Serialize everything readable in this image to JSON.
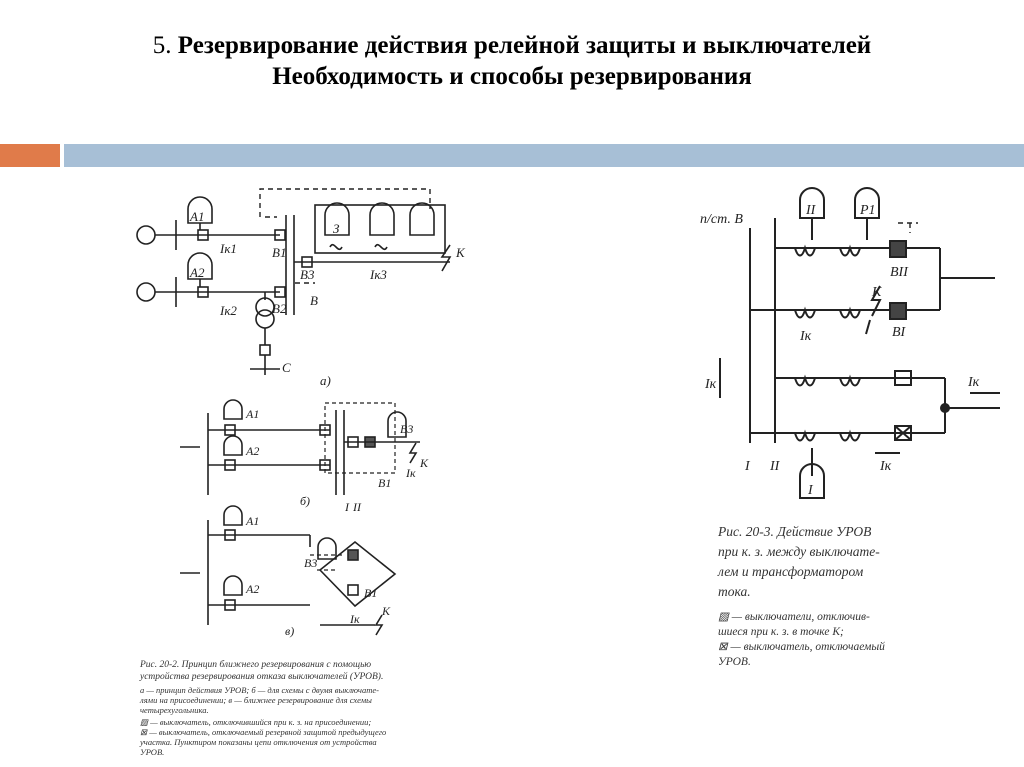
{
  "slide": {
    "title_number": "5.",
    "title_line1": "Резервирование действия релейной защиты и выключателей",
    "title_line2": "Необходимость и способы резервирования"
  },
  "fig_left": {
    "part_a": "а)",
    "part_b": "б)",
    "part_v": "в)",
    "labels": {
      "A1": "А1",
      "A2": "А2",
      "Ik1": "Iк1",
      "Ik2": "Iк2",
      "Ik3": "Iк3",
      "B1": "В1",
      "B2": "В2",
      "B3": "В3",
      "V": "В",
      "Z": "З",
      "K": "К",
      "C": "С",
      "Ik": "Iк",
      "I": "I",
      "II": "II"
    },
    "caption": [
      "Рис. 20-2. Принцип ближнего резервирования с помощью",
      "устройства резервирования отказа выключателей (УРОВ).",
      "а — принцип действия УРОВ; б — для схемы с двумя выключате-",
      "лями на присоединении; в — ближнее резервирование для схемы",
      "четырехугольника.",
      "▨ — выключатель, отключившийся при к. з. на присоединении;",
      "⊠ — выключатель, отключаемый резервной защитой предыдущего",
      "участка. Пунктиром показаны цепи отключения от устройства",
      "УРОВ."
    ]
  },
  "fig_right": {
    "labels": {
      "substation": "п/ст. В",
      "II": "II",
      "P1": "Р1",
      "I": "I",
      "BII": "ВII",
      "BI": "ВI",
      "K": "К",
      "Ik": "Iк"
    },
    "caption": [
      "Рис. 20-3. Действие УРОВ",
      "при к. з. между выключате-",
      "лем и трансформатором",
      "тока.",
      "▨ — выключатели, отключив-",
      "шиеся при к. з. в точке К;",
      "⊠ — выключатель, отключаемый",
      "УРОВ."
    ]
  },
  "colors": {
    "orange_band": "#e07b4a",
    "blue_band": "#a7bfd6"
  }
}
